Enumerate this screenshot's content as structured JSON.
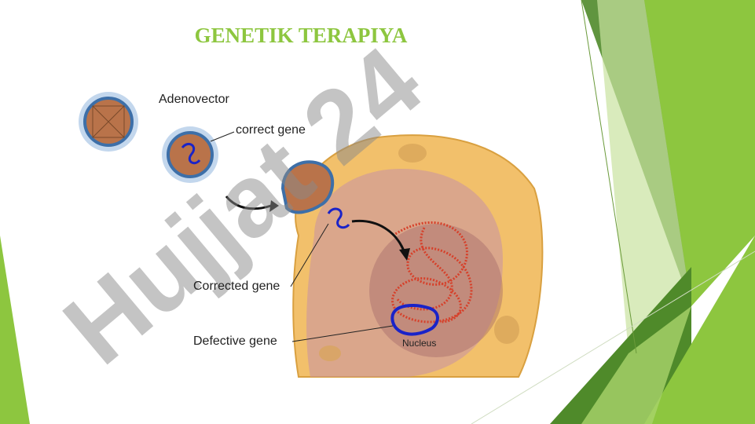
{
  "slide": {
    "title": "GENETIK TERAPIYA"
  },
  "diagram": {
    "labels": {
      "adenovector": "Adenovector",
      "correct_gene": "correct gene",
      "corrected_gene": "Corrected gene",
      "defective_gene": "Defective gene",
      "nucleus": "Nucleus"
    }
  },
  "watermark": {
    "text": "Hujjat 24"
  },
  "colors": {
    "title_green": "#8dc63f",
    "accent_dark_green": "#4f8a2a",
    "accent_light_green": "#8dc63f",
    "cell_yellow": "#f2c06b",
    "gene_blue": "#1a23c8",
    "chromosome_red": "#d6402a",
    "virus_capsid": "#b9734a",
    "virus_spikes": "#7aa7d8"
  }
}
